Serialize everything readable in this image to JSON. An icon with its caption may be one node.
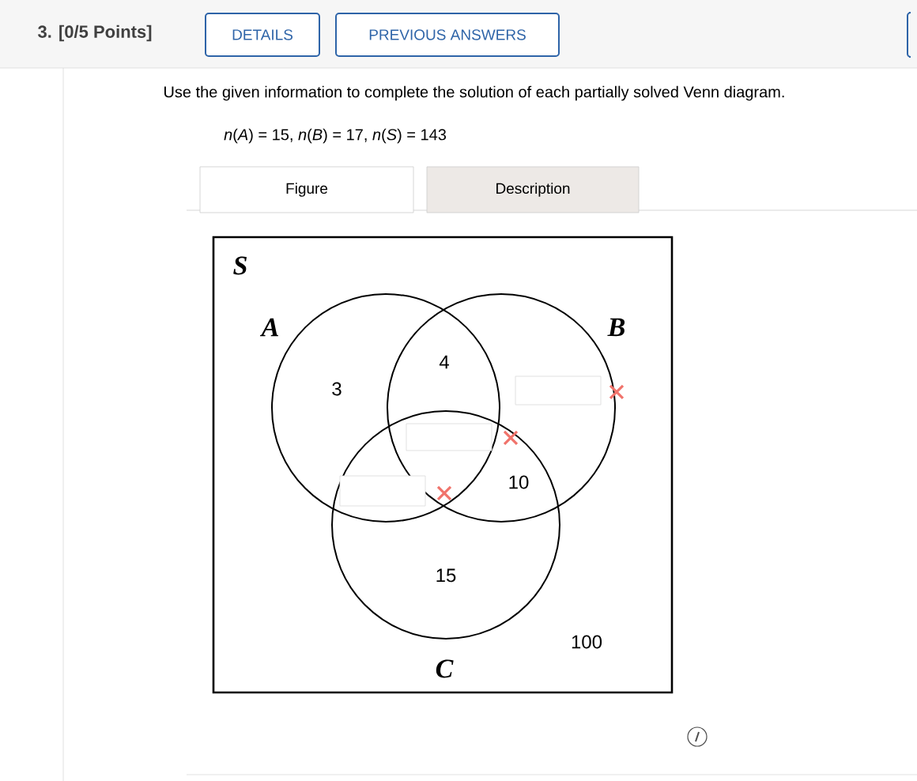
{
  "diagram": {
    "nodes": [
      {
        "text": [
          "S"
        ]
      },
      {
        "text": [
          "A"
        ],
        "in": 0
      },
      {
        "text": [
          "B"
        ],
        "in": 0
      },
      {
        "text": [
          "C"
        ],
        "in": 0
      }
    ],
    "labels": [
      "3. [0/5 Points]",
      "DETAILS",
      "PREVIOUS ANSWERS",
      "Use the given information to complete the solution of each partially solved Venn diagram.",
      "*n*(*A*) = 15, *n*(*B*) = 17, *n*(*S*) = 143",
      "Figure",
      "Description",
      "3",
      "4",
      "10",
      "15",
      "100"
    ]
  }
}
